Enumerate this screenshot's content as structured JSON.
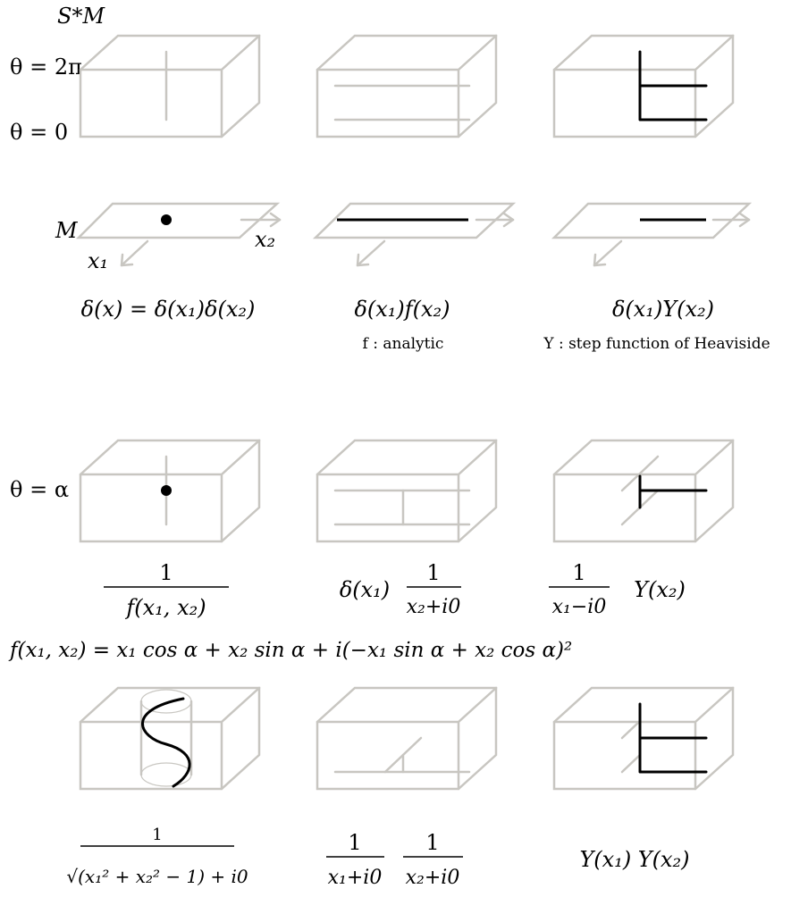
{
  "labels": {
    "phase_space": "S*M",
    "theta_top": "θ = 2π",
    "theta_bottom": "θ = 0",
    "base": "M",
    "x1": "x₁",
    "x2": "x₂",
    "theta_alpha": "θ = α"
  },
  "row1_captions": {
    "delta_x": "δ(x) = δ(x₁)δ(x₂)",
    "delta_f": "δ(x₁)f(x₂)",
    "f_note": "f : analytic",
    "delta_Y": "δ(x₁)Y(x₂)",
    "Y_note": "Y : step function of Heaviside"
  },
  "row2_captions": {
    "frac1_num": "1",
    "frac1_den": "f(x₁, x₂)",
    "delta_x1": "δ(x₁)",
    "frac2_num": "1",
    "frac2_den": "x₂+i0",
    "frac3_num": "1",
    "frac3_den": "x₁−i0",
    "Y_x2": "Y(x₂)",
    "definition": "f(x₁, x₂) = x₁ cos α + x₂ sin α + i(−x₁ sin α + x₂ cos α)²"
  },
  "row3_captions": {
    "frac4_num": "1",
    "frac4_den": "√(x₁² + x₂² − 1) + i0",
    "frac5_num": "1",
    "frac5_den": "x₁+i0",
    "frac6_num": "1",
    "frac6_den": "x₂+i0",
    "YY": "Y(x₁) Y(x₂)"
  }
}
